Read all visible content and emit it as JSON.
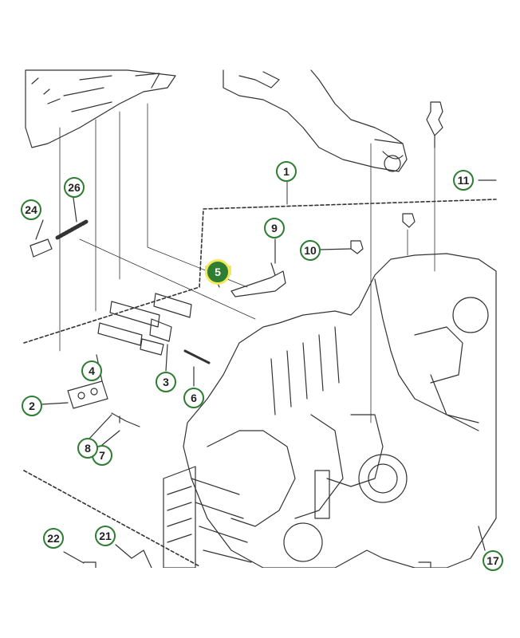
{
  "diagram": {
    "callouts": [
      {
        "id": "c1",
        "label": "1"
      },
      {
        "id": "c2",
        "label": "2"
      },
      {
        "id": "c3",
        "label": "3"
      },
      {
        "id": "c4",
        "label": "4"
      },
      {
        "id": "c5",
        "label": "5",
        "highlighted": true
      },
      {
        "id": "c6",
        "label": "6"
      },
      {
        "id": "c7",
        "label": "7"
      },
      {
        "id": "c8",
        "label": "8"
      },
      {
        "id": "c9",
        "label": "9"
      },
      {
        "id": "c10",
        "label": "10"
      },
      {
        "id": "c11",
        "label": "11"
      },
      {
        "id": "c21",
        "label": "21"
      },
      {
        "id": "c22",
        "label": "22"
      },
      {
        "id": "c24",
        "label": "24"
      },
      {
        "id": "c26",
        "label": "26"
      },
      {
        "id": "c17",
        "label": "17"
      }
    ],
    "colors": {
      "callout_border": "#2e7d32",
      "highlight_fill": "#2e7d32",
      "highlight_marker": "#f3e85a",
      "line": "#333333"
    }
  }
}
